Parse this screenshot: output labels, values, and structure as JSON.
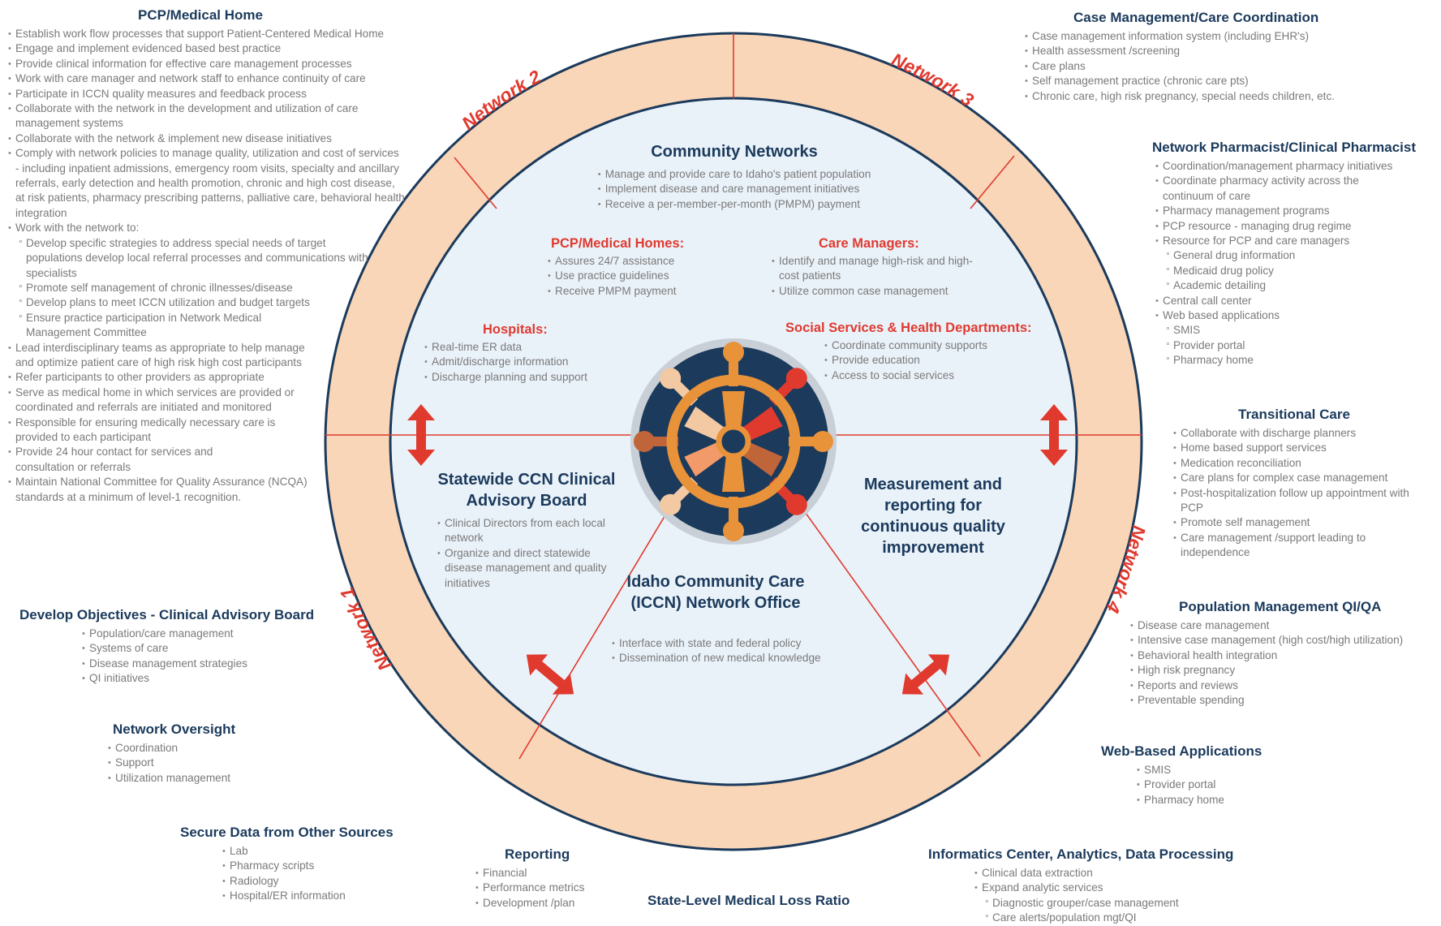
{
  "colors": {
    "navy": "#1b3a5c",
    "ring": "#f9d6b8",
    "red": "#e03a2f",
    "inner": "#eaf2f9",
    "text": "#7a7a7a"
  },
  "ring_labels": {
    "network1": "Network 1",
    "network2": "Network 2",
    "network3": "Network 3",
    "network4": "Network 4"
  },
  "pcp_home": {
    "title": "PCP/Medical Home",
    "items": [
      "Establish work  flow processes that support Patient-Centered Medical Home",
      "Engage and implement  evidenced based best practice",
      "Provide clinical information for effective care management processes",
      "Work with care manager and network staff to enhance continuity of care",
      "Participate in ICCN quality measures and feedback process",
      "Collaborate with the network in the development and utilization of care management systems",
      "Collaborate with the network  & implement new disease initiatives",
      "Comply with network policies to manage quality, utilization and cost of services  - including inpatient admissions, emergency room visits, specialty and ancillary referrals, early detection and health promotion, chronic and high cost disease, at risk patients, pharmacy prescribing patterns, palliative care, behavioral health integration",
      "Work with the network to:"
    ],
    "sub_items": [
      "Develop specific strategies to address special needs of target populations develop local referral processes and communications with specialists",
      "Promote self management of chronic illnesses/disease",
      "Develop plans to meet ICCN utilization and budget targets",
      "Ensure practice participation in Network Medical Management Committee"
    ],
    "items_after": [
      "Lead interdisciplinary teams as appropriate to help manage and optimize patient care of high risk high cost participants",
      "Refer participants to other providers as appropriate",
      "Serve as medical home in which services are provided or coordinated and referrals are initiated and monitored",
      "Responsible for ensuring medically necessary care is provided to each participant",
      "Provide 24 hour contact for services and consultation or referrals",
      "Maintain National Committee for Quality Assurance (NCQA) standards at a minimum of level-1 recognition."
    ]
  },
  "develop_objectives": {
    "title": "Develop Objectives - Clinical Advisory Board",
    "items": [
      "Population/care management",
      "Systems of care",
      "Disease management strategies",
      "QI initiatives"
    ]
  },
  "network_oversight": {
    "title": "Network Oversight",
    "items": [
      "Coordination",
      "Support",
      "Utilization management"
    ]
  },
  "secure_data": {
    "title": "Secure Data from Other Sources",
    "items": [
      "Lab",
      "Pharmacy scripts",
      "Radiology",
      "Hospital/ER information"
    ]
  },
  "reporting": {
    "title": "Reporting",
    "items": [
      "Financial",
      "Performance metrics",
      "Development /plan"
    ]
  },
  "mlr": {
    "title": "State-Level Medical Loss Ratio"
  },
  "informatics": {
    "title": "Informatics Center, Analytics, Data Processing",
    "items": [
      "Clinical data extraction",
      "Expand analytic services"
    ],
    "sub_items": [
      "Diagnostic grouper/case management",
      "Care alerts/population mgt/QI"
    ]
  },
  "case_mgmt": {
    "title": "Case Management/Care Coordination",
    "items": [
      "Case management information system (including EHR's)",
      "Health assessment /screening",
      "Care plans",
      "Self management practice (chronic care pts)",
      "Chronic care, high risk pregnancy, special needs children, etc."
    ]
  },
  "pharmacist": {
    "title": "Network Pharmacist/Clinical Pharmacist",
    "items": [
      "Coordination/management pharmacy initiatives",
      "Coordinate pharmacy activity across the continuum of care",
      "Pharmacy management programs",
      "PCP resource - managing drug regime",
      "Resource for PCP and care managers"
    ],
    "sub_items": [
      "General drug information",
      "Medicaid drug policy",
      "Academic detailing"
    ],
    "items_after": [
      "Central call center",
      "Web based applications"
    ],
    "sub_items_after": [
      "SMIS",
      "Provider portal",
      "Pharmacy home"
    ]
  },
  "transitional": {
    "title": "Transitional Care",
    "items": [
      "Collaborate with discharge planners",
      "Home based support services",
      "Medication reconciliation",
      "Care plans for complex case management",
      "Post-hospitalization follow up appointment with PCP",
      "Promote self management",
      "Care management /support leading to independence"
    ]
  },
  "population_qi": {
    "title": "Population Management QI/QA",
    "items": [
      "Disease care management",
      "Intensive case management (high cost/high utilization)",
      "Behavioral health integration",
      "High risk pregnancy",
      "Reports and reviews",
      "Preventable spending"
    ]
  },
  "web_apps": {
    "title": "Web-Based Applications",
    "items": [
      "SMIS",
      "Provider portal",
      "Pharmacy home"
    ]
  },
  "community": {
    "title": "Community Networks",
    "items": [
      "Manage and provide care to Idaho's patient population",
      "Implement disease and care management initiatives",
      "Receive a per-member-per-month (PMPM) payment"
    ]
  },
  "pcp_homes_inner": {
    "title": "PCP/Medical Homes:",
    "items": [
      "Assures 24/7 assistance",
      "Use practice guidelines",
      "Receive PMPM payment"
    ]
  },
  "care_managers": {
    "title": "Care Managers:",
    "items": [
      "Identify and manage high-risk and high-cost patients",
      "Utilize common case management"
    ]
  },
  "hospitals": {
    "title": "Hospitals:",
    "items": [
      "Real-time ER data",
      "Admit/discharge information",
      "Discharge planning and support"
    ]
  },
  "social": {
    "title": "Social Services & Health Departments:",
    "items": [
      "Coordinate community supports",
      "Provide education",
      "Access to social services"
    ]
  },
  "advisory": {
    "title": "Statewide CCN Clinical Advisory Board",
    "items": [
      "Clinical Directors from each local network",
      "Organize and direct statewide disease management and quality initiatives"
    ]
  },
  "measurement": {
    "title": "Measurement and reporting for continuous quality improvement"
  },
  "iccn_office": {
    "title": "Idaho Community Care (ICCN) Network Office",
    "items": [
      "Interface with state and federal policy",
      "Dissemination of new medical knowledge"
    ]
  }
}
